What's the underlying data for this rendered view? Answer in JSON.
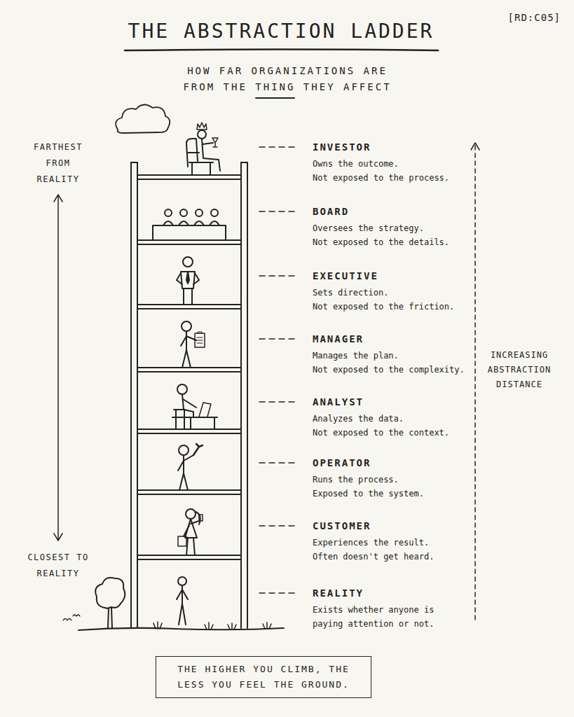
{
  "diagram": {
    "title": "THE ABSTRACTION LADDER",
    "nodes": [
      {
        "text": [
          "THE HIGHER YOU CLIMB, THE LESS YOU FEEL THE GROUND."
        ]
      }
    ],
    "labels": [
      "[RD:C05]",
      "HOW FAR ORGANIZATIONS ARE FROM THE THING THEY AFFECT",
      "FARTHEST FROM REALITY",
      "CLOSEST TO REALITY",
      "INCREASING ABSTRACTION DISTANCE",
      "INVESTOR",
      "Owns the outcome.",
      "Not exposed to the process.",
      "BOARD",
      "Oversees the strategy.",
      "Not exposed to the details.",
      "EXECUTIVE",
      "Sets direction.",
      "Not exposed to the friction.",
      "MANAGER",
      "Manages the plan.",
      "Not exposed to the complexity.",
      "ANALYST",
      "Analyzes the data.",
      "Not exposed to the context.",
      "OPERATOR",
      "Runs the process.",
      "Exposed to the system.",
      "CUSTOMER",
      "Experiences the result.",
      "Often doesn't get heard.",
      "REALITY",
      "Exists whether anyone is paying attention or not."
    ]
  }
}
